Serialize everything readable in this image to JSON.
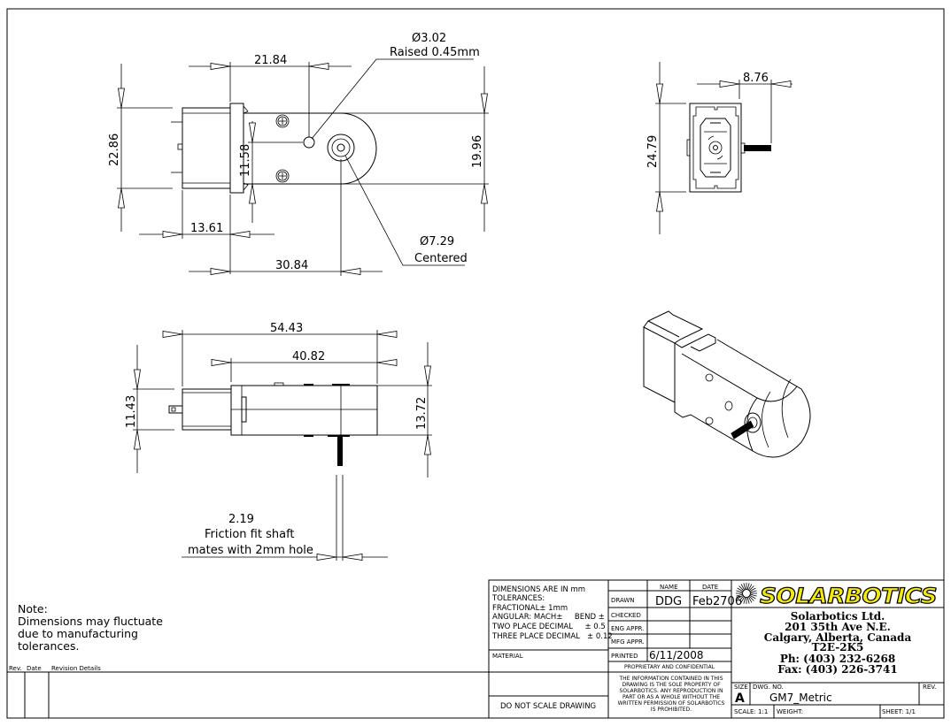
{
  "top_view": {
    "dim_21_84": "21.84",
    "dim_22_86": "22.86",
    "dim_11_58": "11.58",
    "dim_19_96": "19.96",
    "dim_13_61": "13.61",
    "dim_30_84": "30.84",
    "hole_callout": "Ø3.02",
    "hole_note": "Raised 0.45mm",
    "shaft_callout": "Ø7.29",
    "shaft_note": "Centered"
  },
  "end_view": {
    "dim_24_79": "24.79",
    "dim_8_76": "8.76"
  },
  "side_view": {
    "dim_54_43": "54.43",
    "dim_40_82": "40.82",
    "dim_11_43": "11.43",
    "dim_13_72": "13.72",
    "dim_2_19": "2.19",
    "shaft_note_1": "Friction fit shaft",
    "shaft_note_2": "mates with 2mm hole"
  },
  "note": {
    "lines": [
      "Note:",
      "Dimensions may fluctuate",
      "due to manufacturing",
      "tolerances."
    ]
  },
  "revision_block": {
    "rev": "Rev.",
    "date": "Date",
    "details": "Revision Details"
  },
  "title_block": {
    "tolerances": [
      "DIMENSIONS ARE IN mm",
      "TOLERANCES:",
      "FRACTIONAL± 1mm",
      "ANGULAR: MACH±     BEND ±",
      "TWO PLACE DECIMAL     ± 0.5",
      "THREE PLACE DECIMAL   ± 0.12"
    ],
    "material_label": "MATERIAL",
    "do_not_scale": "DO NOT SCALE DRAWING",
    "name_header": "NAME",
    "date_header": "DATE",
    "drawn_label": "DRAWN",
    "drawn_name": "DDG",
    "drawn_date": "Feb2706",
    "checked_label": "CHECKED",
    "eng_label": "ENG APPR.",
    "mfg_label": "MFG APPR.",
    "printed_label": "PRINTED",
    "printed_date": "6/11/2008",
    "proprietary": "PROPRIETARY AND CONFIDENTIAL",
    "legal": [
      "THE INFORMATION CONTAINED IN THIS",
      "DRAWING IS THE SOLE PROPERTY OF",
      "SOLARBOTICS.  ANY REPRODUCTION IN",
      "PART OR AS A WHOLE WITHOUT THE",
      "WRITTEN PERMISSION OF SOLARBOTICS",
      "IS PROHIBITED."
    ],
    "logo": "SOLARBOTICS",
    "address": [
      "Solarbotics Ltd.",
      "201 35th Ave N.E.",
      "Calgary, Alberta, Canada",
      "T2E-2K5",
      "Ph: (403) 232-6268",
      "Fax: (403) 226-3741"
    ],
    "size_label": "SIZE",
    "size_value": "A",
    "dwg_no_label": "DWG.  NO.",
    "dwg_no": "GM7_Metric",
    "rev_label": "REV.",
    "scale": "SCALE: 1:1",
    "weight": "WEIGHT:",
    "sheet": "SHEET: 1/1",
    "logo_color": "#f5e90a"
  }
}
